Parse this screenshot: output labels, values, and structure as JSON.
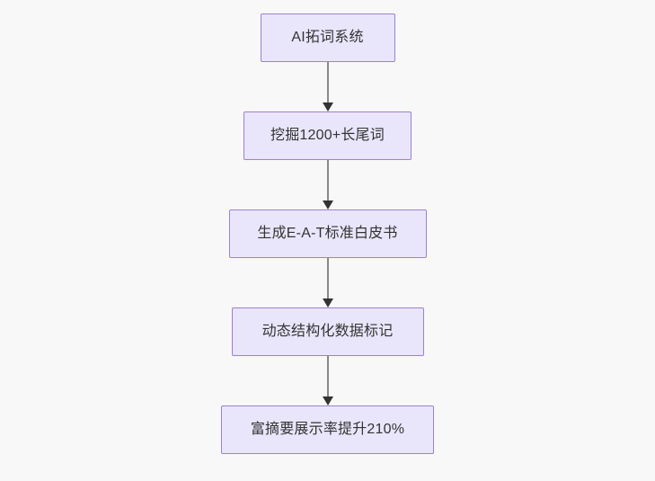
{
  "diagram": {
    "type": "flowchart",
    "direction": "top-to-bottom",
    "background_color": "#f8f8f9",
    "node_fill_color": "#e9e6fb",
    "node_border_color": "#9d7fd0",
    "node_text_color": "#333333",
    "connector_line_color": "#888888",
    "connector_arrow_color": "#333333",
    "nodes": [
      {
        "id": "n0",
        "label": "AI拓词系统"
      },
      {
        "id": "n1",
        "label": "挖掘1200+长尾词"
      },
      {
        "id": "n2",
        "label": "生成E-A-T标准白皮书"
      },
      {
        "id": "n3",
        "label": "动态结构化数据标记"
      },
      {
        "id": "n4",
        "label": "富摘要展示率提升210%"
      }
    ],
    "edges": [
      {
        "from": "n0",
        "to": "n1"
      },
      {
        "from": "n1",
        "to": "n2"
      },
      {
        "from": "n2",
        "to": "n3"
      },
      {
        "from": "n3",
        "to": "n4"
      }
    ]
  }
}
